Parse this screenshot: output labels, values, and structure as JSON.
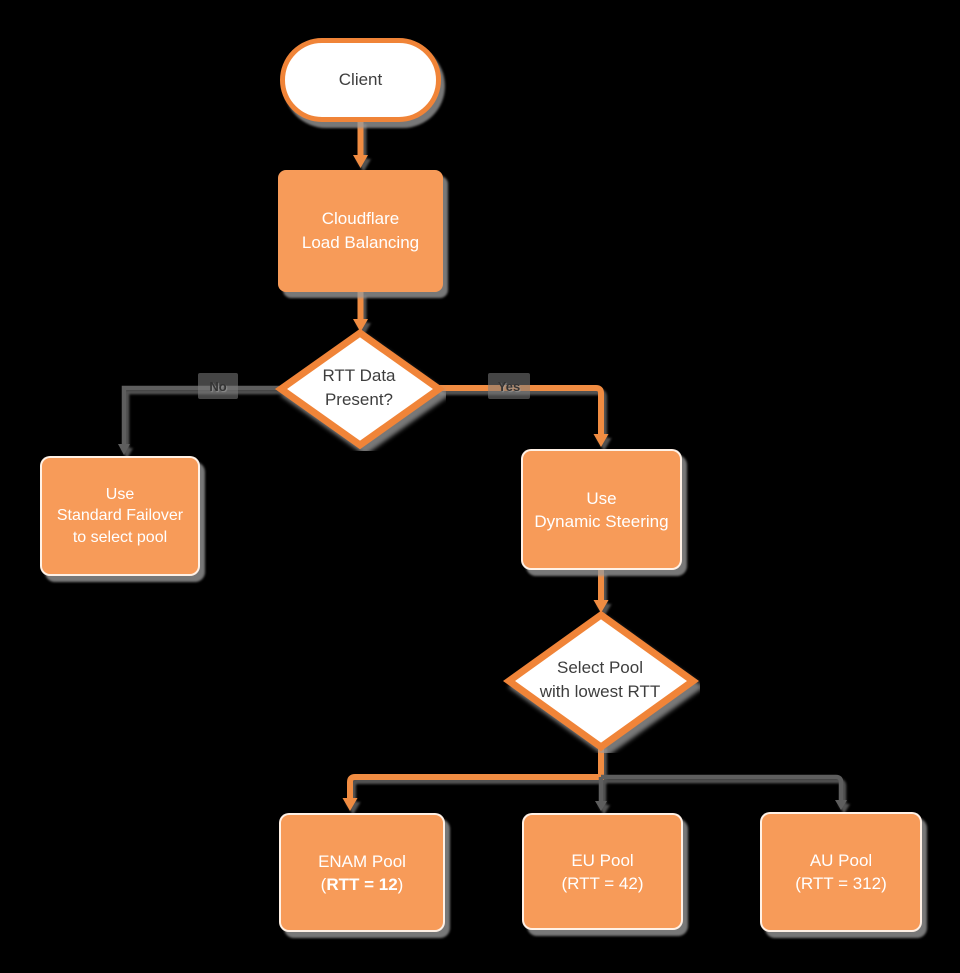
{
  "colors": {
    "background": "#000000",
    "white_fill": "#FFFFFF",
    "node_fill": "#F79B59",
    "node_stroke": "#F08438",
    "connector_orange": "#F08C42",
    "connector_gray": "#5E5E5E",
    "node_text_light": "#FFFFFF",
    "node_text_dark": "#3E3E3E"
  },
  "diagram": {
    "nodes": {
      "client": {
        "label": "Client"
      },
      "load_balancer": {
        "line1": "Cloudflare",
        "line2": "Load Balancing"
      },
      "rtt_decision": {
        "line1": "RTT Data",
        "line2": "Present?"
      },
      "standard_failover": {
        "line1": "Use",
        "line2": "Standard Failover",
        "line3": "to select pool"
      },
      "dynamic_steering": {
        "line1": "Use",
        "line2": "Dynamic Steering"
      },
      "select_pool": {
        "line1": "Select Pool",
        "line2": "with lowest RTT"
      },
      "enam_pool": {
        "line1": "ENAM Pool",
        "line2_prefix": "(",
        "line2_bold": "RTT = 12",
        "line2_suffix": ")"
      },
      "eu_pool": {
        "line1": "EU Pool",
        "line2": "(RTT = 42)"
      },
      "au_pool": {
        "line1": "AU Pool",
        "line2": "(RTT = 312)"
      }
    },
    "edge_labels": {
      "no": "No",
      "yes": "Yes"
    }
  }
}
